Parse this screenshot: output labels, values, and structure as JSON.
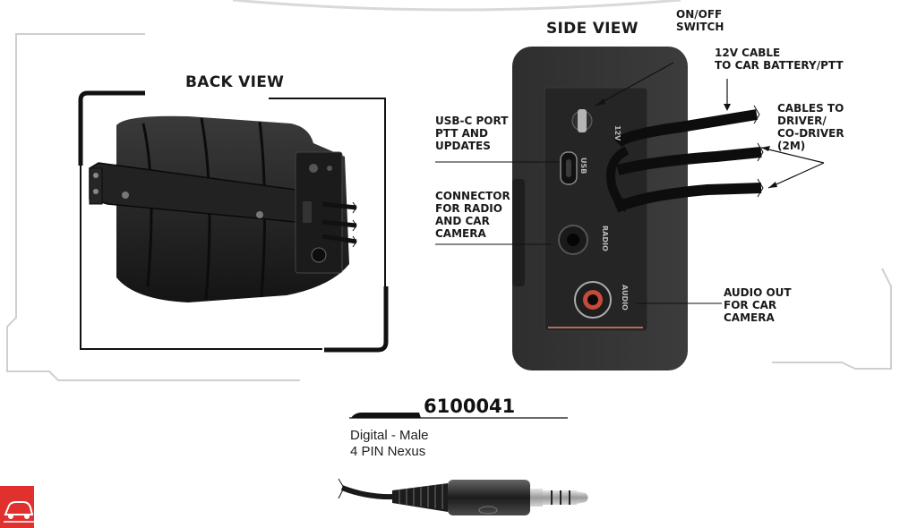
{
  "back_view": {
    "title": "BACK VIEW"
  },
  "side_view": {
    "title": "SIDE VIEW",
    "callouts": {
      "on_off": [
        "ON/OFF",
        "SWITCH"
      ],
      "cable_12v": [
        "12V CABLE",
        "TO CAR BATTERY/PTT"
      ],
      "cables_driver": [
        "CABLES TO",
        "DRIVER/",
        "CO-DRIVER",
        "(2M)"
      ],
      "usb": [
        "USB-C PORT",
        "PTT AND",
        "UPDATES"
      ],
      "radio": [
        "CONNECTOR",
        "FOR RADIO",
        "AND CAR",
        "CAMERA"
      ],
      "audio": [
        "AUDIO OUT",
        "FOR CAR",
        "CAMERA"
      ]
    },
    "port_labels": {
      "v12": "12V",
      "usb": "USB",
      "radio": "RADIO",
      "audio": "AUDIO"
    }
  },
  "product": {
    "sku": "6100041",
    "desc_line1": "Digital - Male",
    "desc_line2": "4 PIN Nexus"
  },
  "colors": {
    "accent": "#e0312f",
    "device": "#2b2b2b",
    "frame": "#cccccc"
  },
  "icons": [
    "car-icon"
  ]
}
